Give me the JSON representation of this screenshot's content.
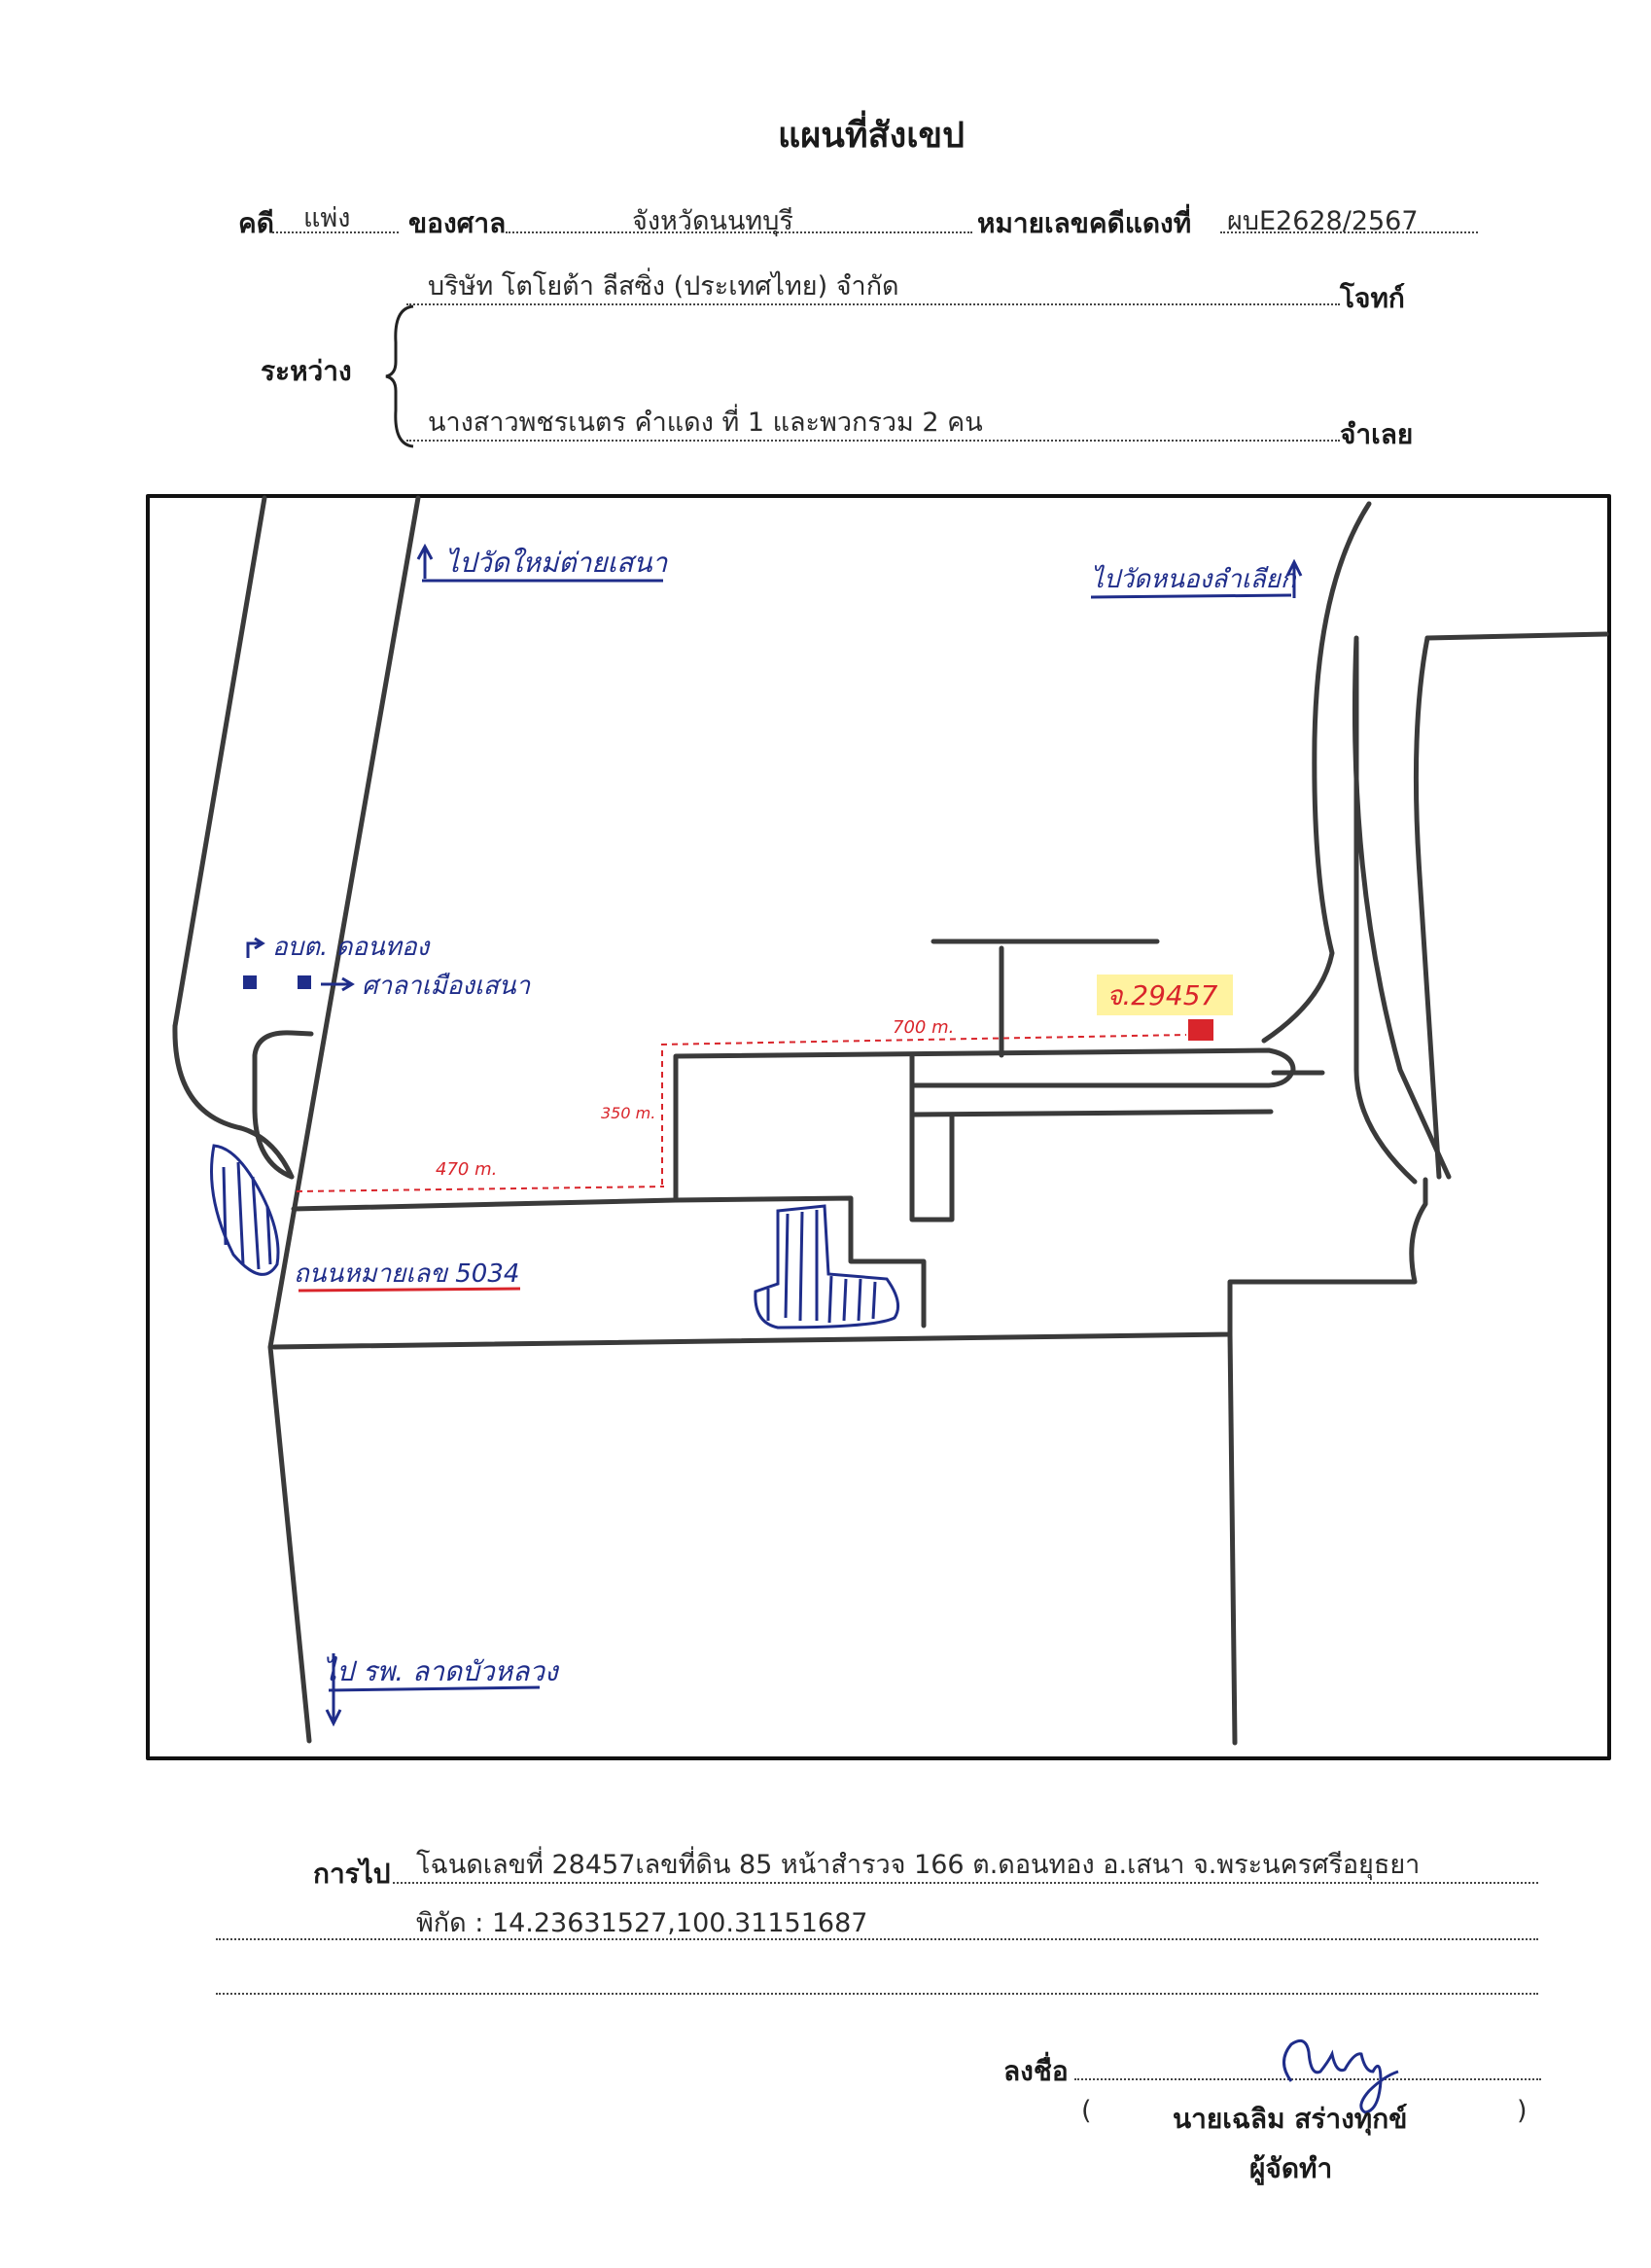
{
  "document": {
    "title": "แผนที่สังเขป",
    "case_label": "คดี",
    "case_type": "แพ่ง",
    "court_label": "ของศาล",
    "court_name": "จังหวัดนนทบุรี",
    "red_case_label": "หมายเลขคดีแดงที่",
    "red_case_number": "ผบE2628/2567",
    "between_label": "ระหว่าง",
    "plaintiff": "บริษัท โตโยต้า ลีสซิ่ง (ประเทศไทย) จำกัด",
    "plaintiff_label": "โจทก์",
    "defendant": "นางสาวพชรเนตร คำแดง ที่ 1 และพวกรวม 2 คน",
    "defendant_label": "จำเลย"
  },
  "map": {
    "label_chiang_mai": "ไปวัดใหม่ต่ายเสนา",
    "label_nong_la": "ไปวัดหนองลำเลียก",
    "label_obt": "อบต. ดอนทอง",
    "label_school": "ศาลาเมืองเสนา",
    "label_land": "จ.29457",
    "dist_700": "700 m.",
    "dist_350": "350 m.",
    "dist_470": "470 m.",
    "road_label": "ถนนหมายเลข 5034",
    "label_hospital": "ไป รพ. ลาดบัวหลวง",
    "colors": {
      "ink": "#3a3a3a",
      "blue": "#1f2d8a",
      "red": "#d9252b",
      "highlight": "#fff3a0"
    }
  },
  "directions": {
    "label": "การไป",
    "line1": "โฉนดเลขที่ 28457เลขที่ดิน 85 หน้าสำรวจ 166 ต.ดอนทอง อ.เสนา จ.พระนครศรีอยุธยา",
    "line2": "พิกัด : 14.23631527,100.31151687"
  },
  "signature": {
    "sign_label": "ลงชื่อ",
    "name": "นายเฉลิม สร่างทุกข์",
    "open_paren": "(",
    "close_paren": ")",
    "role": "ผู้จัดทำ"
  }
}
